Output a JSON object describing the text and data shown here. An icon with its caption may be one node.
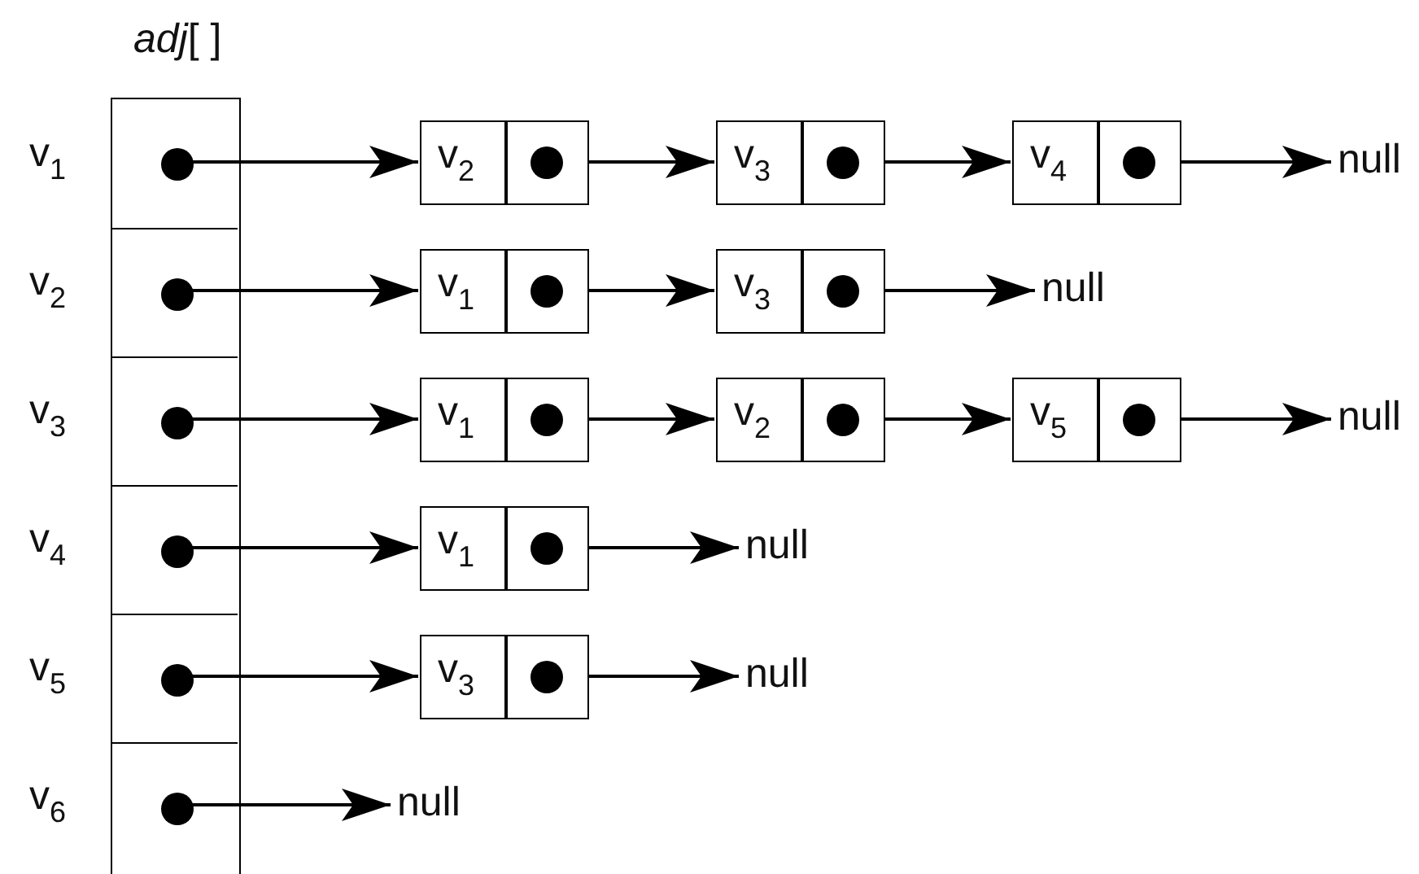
{
  "diagram": {
    "nodes": [
      {
        "text": [
          "*adj*[ ]"
        ]
      },
      {
        "text": [],
        "shape": "box",
        "in": 0,
        "beside": [
          "v$_{1}$"
        ]
      },
      {
        "text": [],
        "shape": "box",
        "in": 0,
        "beside": [
          "v$_{2}$"
        ]
      },
      {
        "text": [],
        "shape": "box",
        "in": 0,
        "beside": [
          "v$_{3}$"
        ]
      },
      {
        "text": [],
        "shape": "box",
        "in": 0,
        "beside": [
          "v$_{4}$"
        ]
      },
      {
        "text": [],
        "shape": "box",
        "in": 0,
        "beside": [
          "v$_{5}$"
        ]
      },
      {
        "text": [],
        "shape": "box",
        "in": 0,
        "beside": [
          "v$_{6}$"
        ]
      },
      {
        "text": [
          "v$_{2}$"
        ]
      },
      {
        "text": [
          "v$_{3}$"
        ]
      },
      {
        "text": [
          "v$_{4}$"
        ]
      },
      {
        "text": [
          "null"
        ]
      },
      {
        "text": [
          "v$_{1}$"
        ]
      },
      {
        "text": [
          "v$_{3}$"
        ]
      },
      {
        "text": [
          "null"
        ]
      },
      {
        "text": [
          "v$_{1}$"
        ]
      },
      {
        "text": [
          "v$_{2}$"
        ]
      },
      {
        "text": [
          "v$_{5}$"
        ]
      },
      {
        "text": [
          "null"
        ]
      },
      {
        "text": [
          "v$_{1}$"
        ]
      },
      {
        "text": [
          "null"
        ]
      },
      {
        "text": [
          "v$_{3}$"
        ]
      },
      {
        "text": [
          "null"
        ]
      },
      {
        "text": [
          "null"
        ]
      }
    ],
    "edges": [
      {
        "from": 1,
        "to": 7,
        "arrow": "to"
      },
      {
        "from": 7,
        "to": 8,
        "arrow": "to"
      },
      {
        "from": 8,
        "to": 9,
        "arrow": "to"
      },
      {
        "from": 9,
        "to": 10,
        "arrow": "to"
      },
      {
        "from": 2,
        "to": 11,
        "arrow": "to"
      },
      {
        "from": 11,
        "to": 12,
        "arrow": "to"
      },
      {
        "from": 12,
        "to": 13,
        "arrow": "to"
      },
      {
        "from": 3,
        "to": 14,
        "arrow": "to"
      },
      {
        "from": 14,
        "to": 15,
        "arrow": "to"
      },
      {
        "from": 15,
        "to": 16,
        "arrow": "to"
      },
      {
        "from": 16,
        "to": 17,
        "arrow": "to"
      },
      {
        "from": 4,
        "to": 18,
        "arrow": "to"
      },
      {
        "from": 18,
        "to": 19,
        "arrow": "to"
      },
      {
        "from": 5,
        "to": 20,
        "arrow": "to"
      },
      {
        "from": 20,
        "to": 21,
        "arrow": "to"
      },
      {
        "from": 6,
        "to": 22,
        "arrow": "to"
      }
    ]
  }
}
